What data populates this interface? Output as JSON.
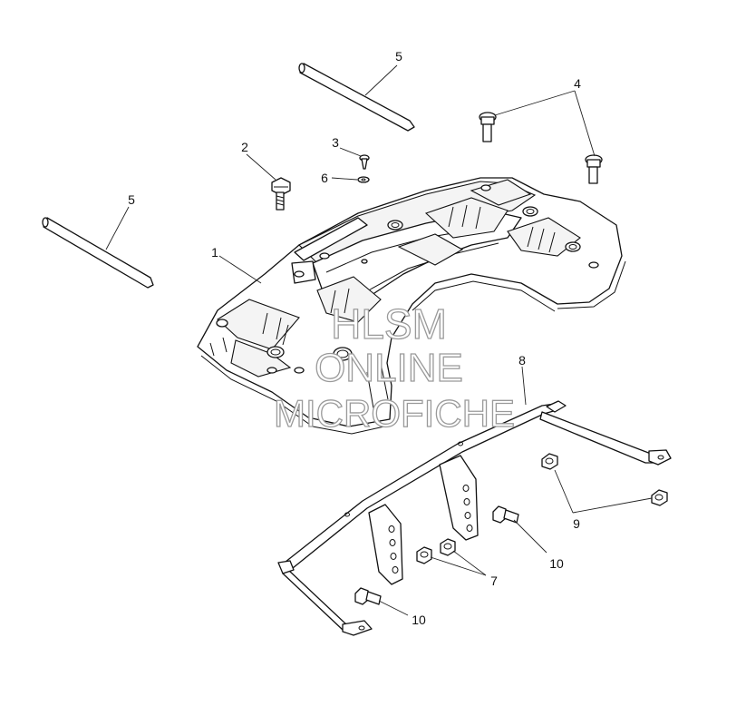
{
  "callouts": {
    "c1": "1",
    "c2": "2",
    "c3": "3",
    "c4": "4",
    "c5a": "5",
    "c5b": "5",
    "c6": "6",
    "c7": "7",
    "c8": "8",
    "c9": "9",
    "c10a": "10",
    "c10b": "10"
  },
  "watermark": {
    "line1": "HLSM",
    "line2": "ONLINE",
    "line3": "MICROFICHE"
  },
  "colors": {
    "line": "#111111",
    "watermark_stroke": "#9a9a9a",
    "background": "#ffffff"
  }
}
